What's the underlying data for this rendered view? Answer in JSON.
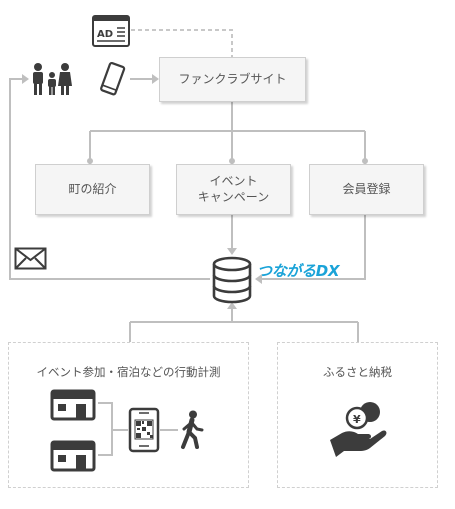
{
  "nodes": {
    "fanclub": "ファンクラブサイト",
    "town": "町の紹介",
    "event": "イベント\nキャンペーン",
    "member": "会員登録",
    "brand": "つながるDX",
    "measure": "イベント参加・宿泊などの行動計測",
    "furusato": "ふるさと納税",
    "ad": "AD"
  },
  "icons": [
    "ad-icon",
    "family-icon",
    "smartphone-icon",
    "mail-icon",
    "database-icon",
    "store-icon",
    "qr-phone-icon",
    "walker-icon",
    "donation-icon"
  ],
  "colors": {
    "brand": "#1aa3d8",
    "line": "#bfbfbf",
    "icon": "#3c3c3c"
  }
}
